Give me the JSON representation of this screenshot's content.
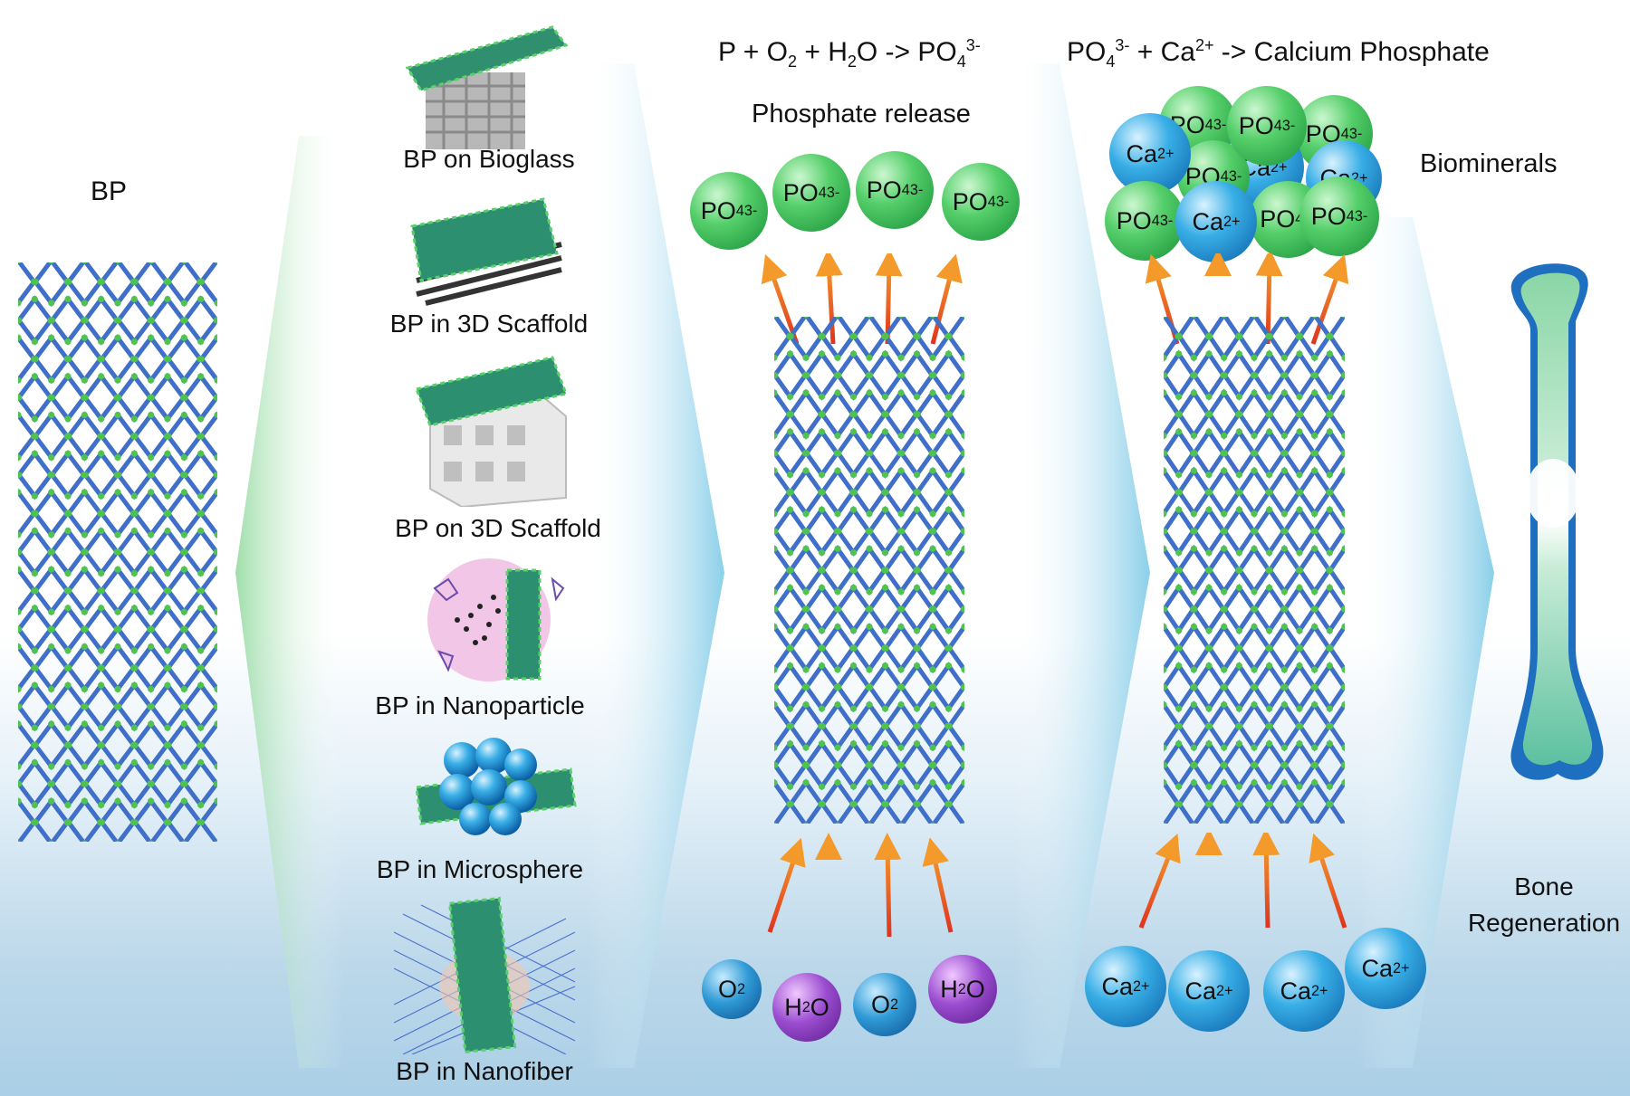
{
  "labels": {
    "bp": "BP",
    "bp_on_bioglass": "BP on Bioglass",
    "bp_in_3d_scaffold": "BP in 3D Scaffold",
    "bp_on_3d_scaffold": "BP on 3D Scaffold",
    "bp_in_nanoparticle": "BP in Nanoparticle",
    "bp_in_microsphere": "BP in Microsphere",
    "bp_in_nanofiber": "BP in Nanofiber",
    "phosphate_release": "Phosphate release",
    "biominerals": "Biominerals",
    "bone_line1": "Bone",
    "bone_line2": "Regeneration"
  },
  "equations": {
    "left": {
      "a": "P + O",
      "a_sub": "2",
      "b": " +  H",
      "b_sub": "2",
      "c": "O -> PO",
      "c_sub": "4",
      "c_sup": "3-"
    },
    "right": {
      "a": "PO",
      "a_sub": "4",
      "a_sup": "3-",
      "b": "  + Ca",
      "b_sup": "2+",
      "c": "  -> Calcium Phosphate"
    }
  },
  "molecules": {
    "po_base": "PO",
    "po_sub": "4",
    "po_sup": "3-",
    "ca_base": "Ca",
    "ca_sup": "2+",
    "o2_base": "O",
    "o2_sub": "2",
    "h2o_a": "H",
    "h2o_sub": "2",
    "h2o_b": "O"
  },
  "colors": {
    "bp_green": "#4fc24f",
    "bp_blue": "#3f6fc9",
    "arrow_orange": "#f39a2a",
    "arrow_red": "#e0321e",
    "chevron_green": "#8fdc9c",
    "chevron_blue": "#7fc7e6",
    "bone_outer": "#1f6fc0",
    "bone_inner": "#8ad6a6"
  }
}
